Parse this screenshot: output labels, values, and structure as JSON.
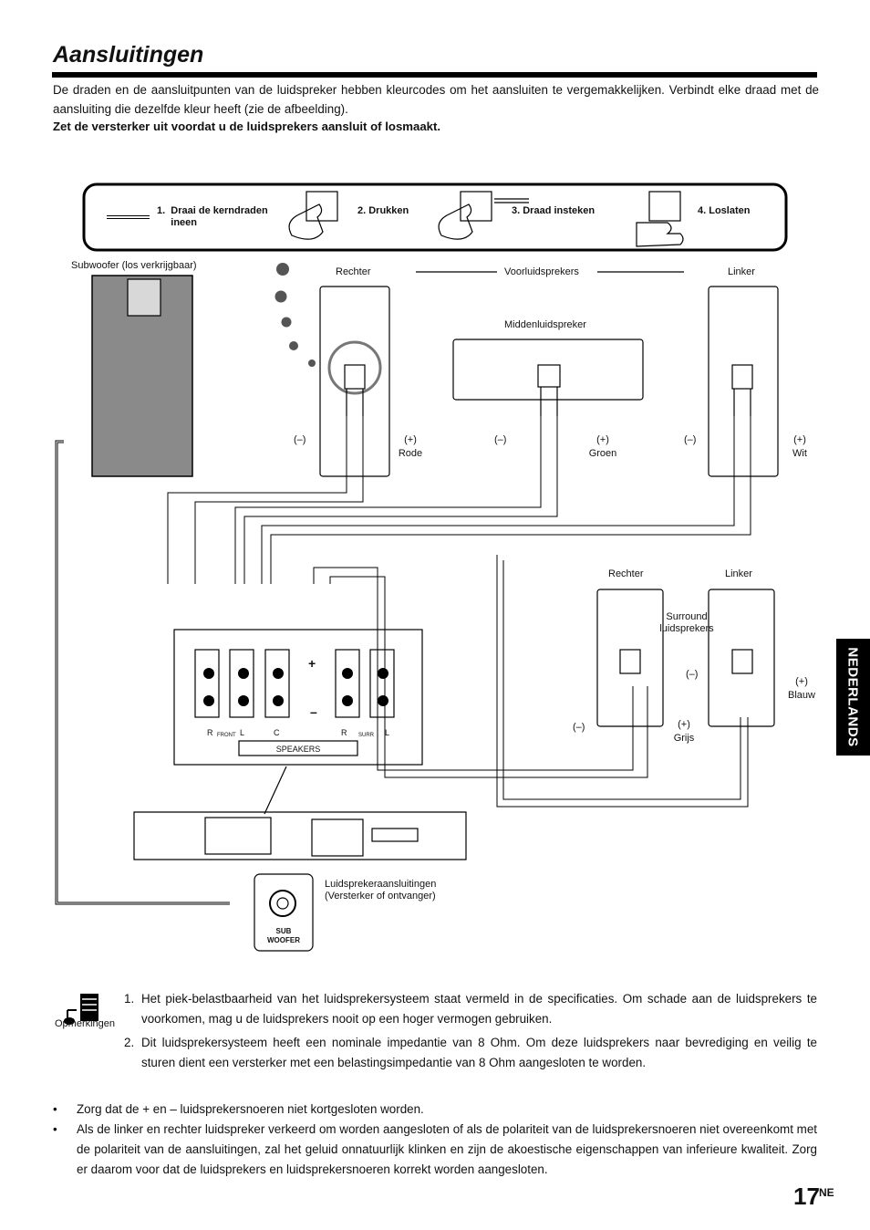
{
  "page": {
    "title": "Aansluitingen",
    "intro": "De draden en de aansluitpunten van de luidspreker hebben kleurcodes om het aansluiten te vergemakkelijken. Verbindt elke draad met de aansluiting die dezelfde kleur heeft (zie de afbeelding).",
    "warning": "Zet de versterker uit voordat u de luidsprekers aansluit of losmaakt.",
    "side_tab": "NEDERLANDS",
    "page_number": "17",
    "page_suffix": "NE"
  },
  "diagram": {
    "steps": [
      {
        "label": "1.  Draai de kerndraden\n     ineen"
      },
      {
        "label": "2. Drukken"
      },
      {
        "label": "3. Draad insteken"
      },
      {
        "label": "4. Loslaten"
      }
    ],
    "subwoofer_label": "Subwoofer (los verkrijgbaar)",
    "front": {
      "right": "Rechter",
      "title": "Voorluidsprekers",
      "left": "Linker",
      "center": "Middenluidspreker"
    },
    "polarity": {
      "minus": "(–)",
      "plus": "(+)",
      "red": "Rode",
      "green": "Groen",
      "white": "Wit",
      "blue": "Blauw",
      "grey": "Grijs"
    },
    "surround": {
      "right": "Rechter",
      "left": "Linker",
      "title": "Surround\nluidsprekers"
    },
    "terminal_panel": {
      "front_r": "R",
      "front": "FRONT",
      "front_l": "L",
      "center": "C",
      "surr_r": "R",
      "surr": "SURR",
      "surr_l": "L",
      "speakers": "SPEAKERS",
      "plus": "+",
      "minus": "–"
    },
    "receiver_label": "Luidsprekeraansluitingen\n(Versterker of ontvanger)",
    "sub_woofer_label": "SUB\nWOOFER"
  },
  "notes": {
    "label": "Opmerkingen",
    "items": [
      {
        "num": "1.",
        "text": "Het piek-belastbaarheid van het luidsprekersysteem staat vermeld in de specificaties. Om schade aan de luidsprekers te voorkomen, mag u de luidsprekers nooit op een hoger vermogen gebruiken."
      },
      {
        "num": "2.",
        "text": "Dit luidsprekersysteem heeft een nominale impedantie van 8 Ohm. Om deze luidsprekers naar bevrediging en veilig te sturen dient een versterker met een belastingsimpedantie van 8 Ohm aangesloten te worden."
      }
    ]
  },
  "bullets": [
    {
      "text": "Zorg dat de + en – luidsprekersnoeren niet kortgesloten worden."
    },
    {
      "text": "Als de linker en rechter luidspreker verkeerd om worden aangesloten of als de polariteit van de luidsprekersnoeren niet overeenkomt met de polariteit van de aansluitingen, zal het geluid onnatuurlijk klinken en zijn de akoestische eigenschappen van inferieure kwaliteit. Zorg er daarom voor dat de luidsprekers en luidsprekersnoeren korrekt worden aangesloten."
    }
  ]
}
